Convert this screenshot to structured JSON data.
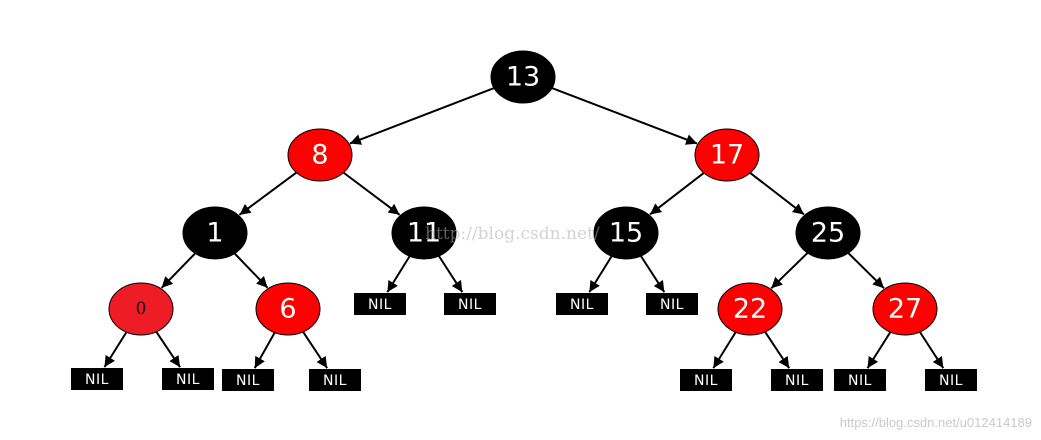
{
  "colors": {
    "red": "#ff0000",
    "dark_red": "#ee1c24",
    "black": "#000000",
    "edge": "#000000"
  },
  "tree": {
    "nodes": [
      {
        "id": "n13",
        "label": "13",
        "color": "black"
      },
      {
        "id": "n8",
        "label": "8",
        "color": "red"
      },
      {
        "id": "n17",
        "label": "17",
        "color": "red"
      },
      {
        "id": "n1",
        "label": "1",
        "color": "black"
      },
      {
        "id": "n11",
        "label": "11",
        "color": "black"
      },
      {
        "id": "n15",
        "label": "15",
        "color": "black"
      },
      {
        "id": "n25",
        "label": "25",
        "color": "black"
      },
      {
        "id": "n0",
        "label": "0",
        "color": "red"
      },
      {
        "id": "n6",
        "label": "6",
        "color": "red"
      },
      {
        "id": "n22",
        "label": "22",
        "color": "red"
      },
      {
        "id": "n27",
        "label": "27",
        "color": "red"
      }
    ],
    "nil_label": "NIL",
    "edges": [
      [
        "n13",
        "n8"
      ],
      [
        "n13",
        "n17"
      ],
      [
        "n8",
        "n1"
      ],
      [
        "n8",
        "n11"
      ],
      [
        "n17",
        "n15"
      ],
      [
        "n17",
        "n25"
      ],
      [
        "n1",
        "n0"
      ],
      [
        "n1",
        "n6"
      ],
      [
        "n11",
        "nil11L"
      ],
      [
        "n11",
        "nil11R"
      ],
      [
        "n15",
        "nil15L"
      ],
      [
        "n15",
        "nil15R"
      ],
      [
        "n25",
        "n22"
      ],
      [
        "n25",
        "n27"
      ],
      [
        "n0",
        "nil0L"
      ],
      [
        "n0",
        "nil0R"
      ],
      [
        "n6",
        "nil6L"
      ],
      [
        "n6",
        "nil6R"
      ],
      [
        "n22",
        "nil22L"
      ],
      [
        "n22",
        "nil22R"
      ],
      [
        "n27",
        "nil27L"
      ],
      [
        "n27",
        "nil27R"
      ]
    ]
  },
  "watermarks": {
    "center": "http://blog.csdn.net/",
    "corner": "https://blog.csdn.net/u012414189"
  }
}
